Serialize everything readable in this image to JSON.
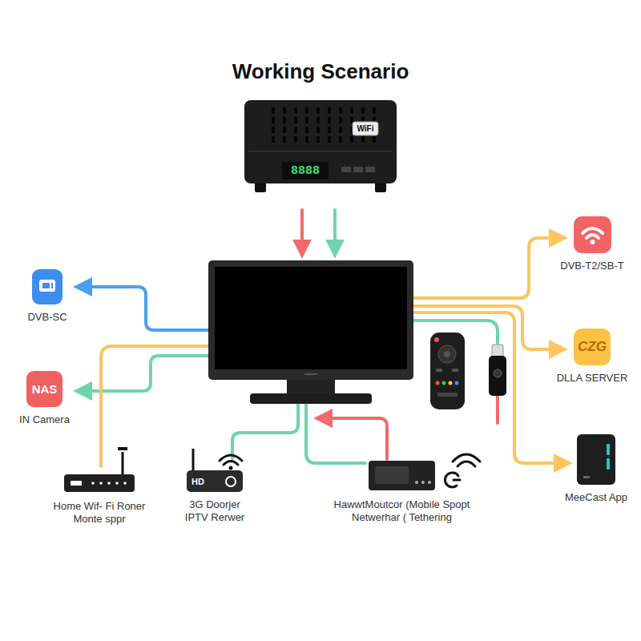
{
  "diagram": {
    "title": "Working Scenario",
    "nodes": [
      {
        "text": [
          "DVB-SC"
        ]
      },
      {
        "text": [
          "NAS",
          "IN Camera"
        ]
      },
      {
        "text": [
          "DVB-T2/SB-T"
        ]
      },
      {
        "text": [
          "CZG",
          "DLLA SERVER"
        ]
      },
      {
        "text": [
          "MeeCast App"
        ]
      },
      {
        "text": [
          "Home Wif- Fi Roner Monte sppr"
        ]
      },
      {
        "text": [
          "HD",
          "3G Doorjer IPTV Rerwer"
        ]
      },
      {
        "text": [
          "HawwtMoutcor (Mobile Spopt Netwerhar ( Tethering"
        ]
      }
    ],
    "labels": [
      "WiFi",
      "8888"
    ]
  }
}
